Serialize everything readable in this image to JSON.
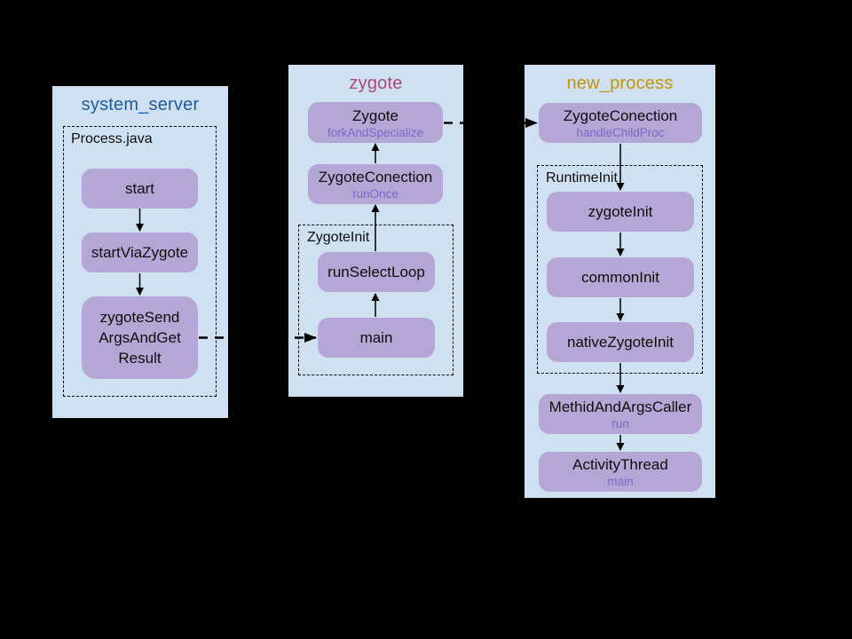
{
  "colors": {
    "page-bg": "#000000",
    "panel-bg": "#cfe0f1",
    "node-bg": "#b4a7d6",
    "node-text": "#0e0e0e",
    "subtitle-text": "#7668c5",
    "title-c1": "#1f5c9d",
    "title-c2": "#ab4a7a",
    "title-c3": "#c3950e",
    "line": "#000000"
  },
  "diagram": {
    "columns": [
      {
        "title": "system_server",
        "group_label": "Process.java",
        "nodes": [
          {
            "title": "start"
          },
          {
            "title": "startViaZygote"
          },
          {
            "title": "zygoteSend ArgsAndGet Result"
          }
        ]
      },
      {
        "title": "zygote",
        "group_label": "ZygoteInit",
        "nodes": [
          {
            "title": "Zygote",
            "subtitle": "forkAndSpecialize"
          },
          {
            "title": "ZygoteConection",
            "subtitle": "runOnce"
          },
          {
            "title": "runSelectLoop"
          },
          {
            "title": "main"
          }
        ]
      },
      {
        "title": "new_process",
        "group_label": "RuntimeInit",
        "nodes": [
          {
            "title": "ZygoteConection",
            "subtitle": "handleChildProc"
          },
          {
            "title": "zygoteInit"
          },
          {
            "title": "commonInit"
          },
          {
            "title": "nativeZygoteInit"
          },
          {
            "title": "MethidAndArgsCaller",
            "subtitle": "run"
          },
          {
            "title": "ActivityThread",
            "subtitle": "main"
          }
        ]
      }
    ],
    "edges": [
      {
        "from": "start",
        "to": "startViaZygote",
        "style": "solid",
        "direction": "down"
      },
      {
        "from": "startViaZygote",
        "to": "zygoteSendArgsAndGetResult",
        "style": "solid",
        "direction": "down"
      },
      {
        "from": "zygoteSendArgsAndGetResult",
        "to": "main",
        "style": "dashed",
        "direction": "right"
      },
      {
        "from": "main",
        "to": "runSelectLoop",
        "style": "solid",
        "direction": "up"
      },
      {
        "from": "runSelectLoop",
        "to": "ZygoteConection.runOnce",
        "style": "solid",
        "direction": "up"
      },
      {
        "from": "ZygoteConection.runOnce",
        "to": "Zygote.forkAndSpecialize",
        "style": "solid",
        "direction": "up"
      },
      {
        "from": "Zygote.forkAndSpecialize",
        "to": "ZygoteConection.handleChildProc",
        "style": "dashed",
        "direction": "right"
      },
      {
        "from": "ZygoteConection.handleChildProc",
        "to": "zygoteInit",
        "style": "solid",
        "direction": "down"
      },
      {
        "from": "zygoteInit",
        "to": "commonInit",
        "style": "solid",
        "direction": "down"
      },
      {
        "from": "commonInit",
        "to": "nativeZygoteInit",
        "style": "solid",
        "direction": "down"
      },
      {
        "from": "nativeZygoteInit",
        "to": "MethidAndArgsCaller.run",
        "style": "solid",
        "direction": "down"
      },
      {
        "from": "MethidAndArgsCaller.run",
        "to": "ActivityThread.main",
        "style": "solid",
        "direction": "down"
      }
    ]
  }
}
